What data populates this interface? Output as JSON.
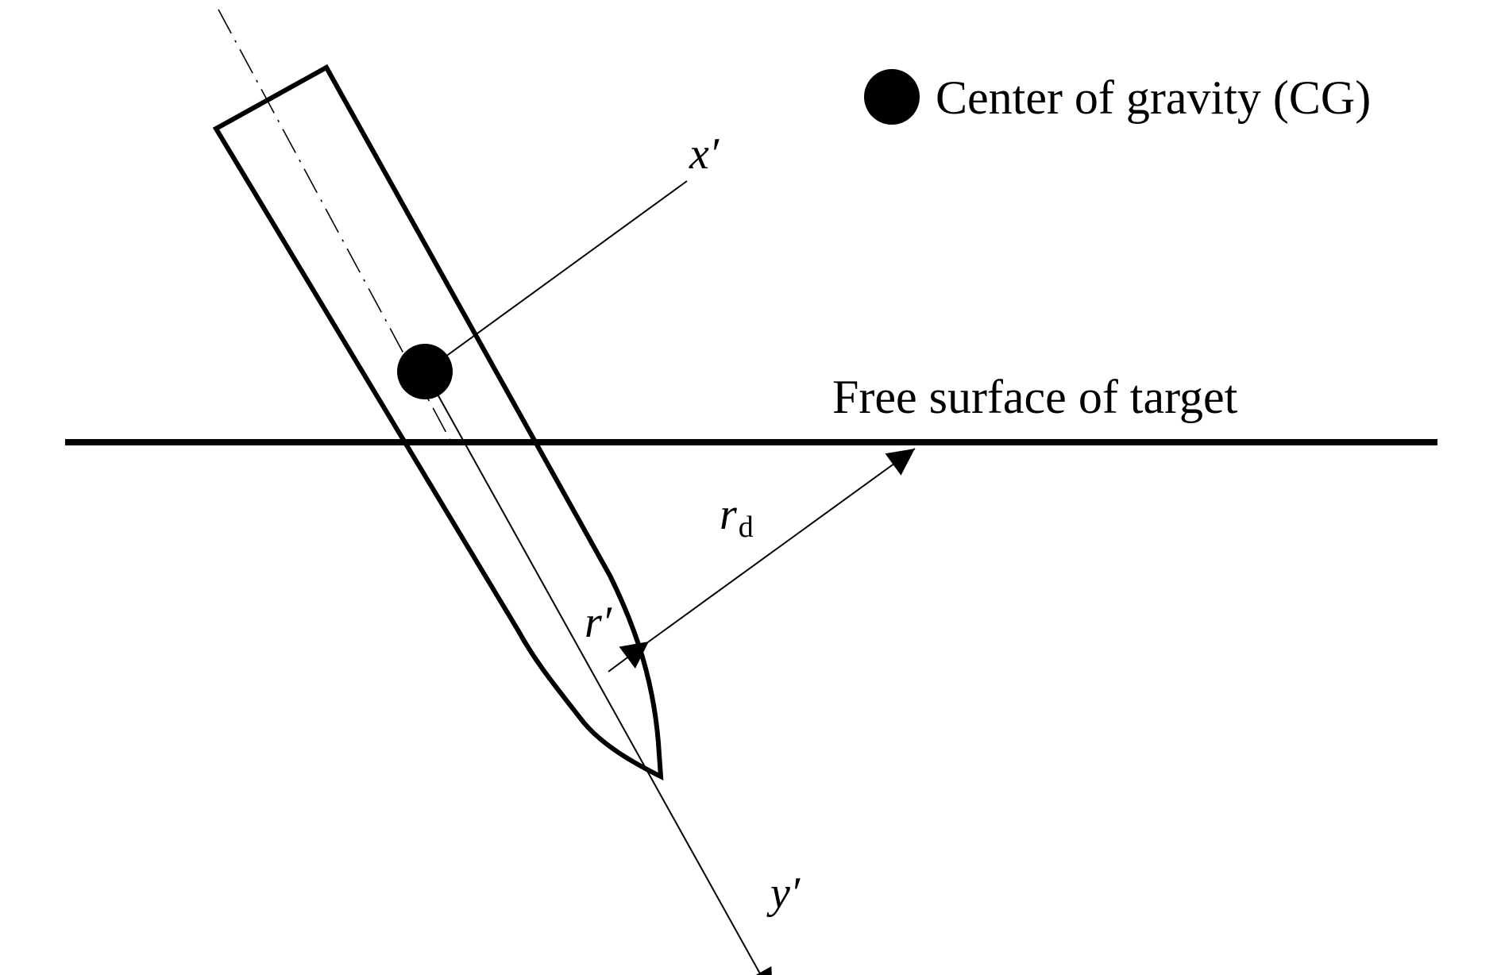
{
  "legend": {
    "cg_label": "Center of gravity (CG)"
  },
  "surface": {
    "label": "Free surface of target"
  },
  "axes": {
    "x_prime": "x′",
    "y_prime": "y′",
    "r_prime": "r′",
    "r_d_main": "r",
    "r_d_sub": "d"
  },
  "colors": {
    "ink": "#000000",
    "background": "#ffffff"
  }
}
